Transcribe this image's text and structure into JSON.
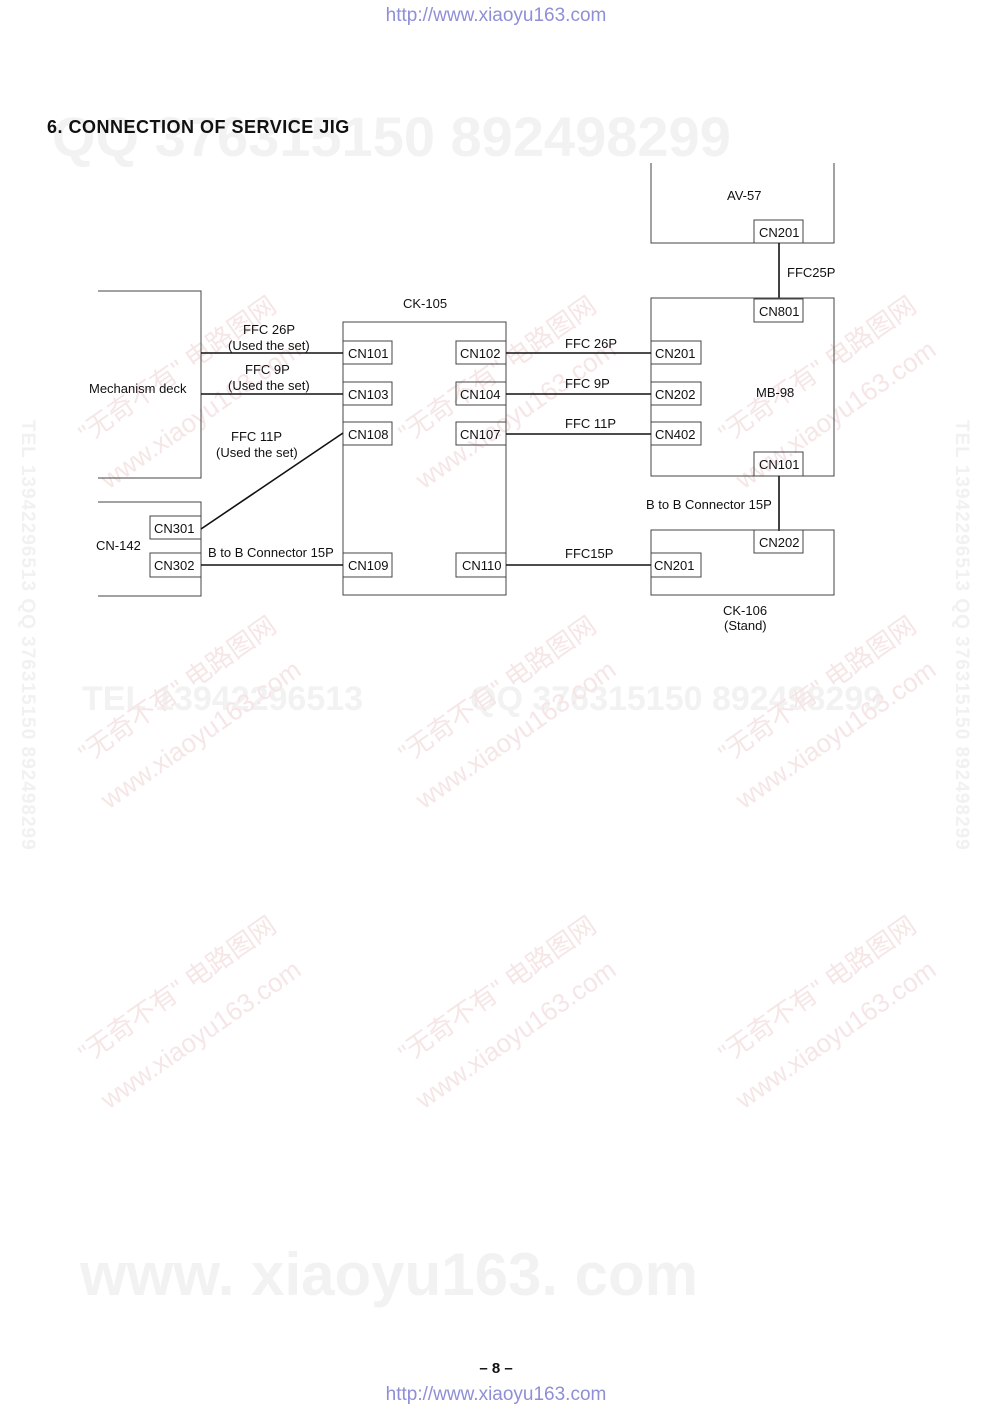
{
  "header": {
    "url": "http://www.xiaoyu163.com"
  },
  "footer": {
    "url": "http://www.xiaoyu163.com",
    "page_number": "– 8 –"
  },
  "section_title": "6.   CONNECTION  OF  SERVICE  JIG",
  "watermarks": {
    "qq_top": "QQ 376315150   892498299",
    "tel_mid": "TEL 13942296513",
    "qq_mid": "QQ 376315150  892498299",
    "site_bottom": "www. xiaoyu163. com",
    "diag_cn": "\"无奇不有\" 电路图网",
    "diag_site": "www.xiaoyu163.com",
    "side": "TEL 13942296513  QQ 376315150  892498299"
  },
  "diagram": {
    "boards": {
      "av57": "AV-57",
      "ck105": "CK-105",
      "mb98": "MB-98",
      "mechanism": "Mechanism deck",
      "cn142": "CN-142",
      "ck106": "CK-106",
      "ck106_note": "(Stand)"
    },
    "connectors": {
      "av57_cn201": "CN201",
      "mb98_cn801": "CN801",
      "mb98_cn201": "CN201",
      "mb98_cn202": "CN202",
      "mb98_cn402": "CN402",
      "mb98_cn101": "CN101",
      "ck106_cn202": "CN202",
      "ck106_cn201": "CN201",
      "ck105_cn101": "CN101",
      "ck105_cn103": "CN103",
      "ck105_cn108": "CN108",
      "ck105_cn109": "CN109",
      "ck105_cn102": "CN102",
      "ck105_cn104": "CN104",
      "ck105_cn107": "CN107",
      "ck105_cn110": "CN110",
      "cn142_cn301": "CN301",
      "cn142_cn302": "CN302"
    },
    "cables": {
      "ffc25p": "FFC25P",
      "left_26p": "FFC 26P",
      "left_26p_note": "(Used the set)",
      "left_9p": "FFC  9P",
      "left_9p_note": "(Used the set)",
      "left_11p": "FFC 11P",
      "left_11p_note": "(Used the set)",
      "left_b2b": "B to B Connector 15P",
      "right_26p": "FFC 26P",
      "right_9p": "FFC  9P",
      "right_11p": "FFC 11P",
      "right_15p": "FFC15P",
      "right_b2b": "B to B Connector 15P"
    }
  }
}
